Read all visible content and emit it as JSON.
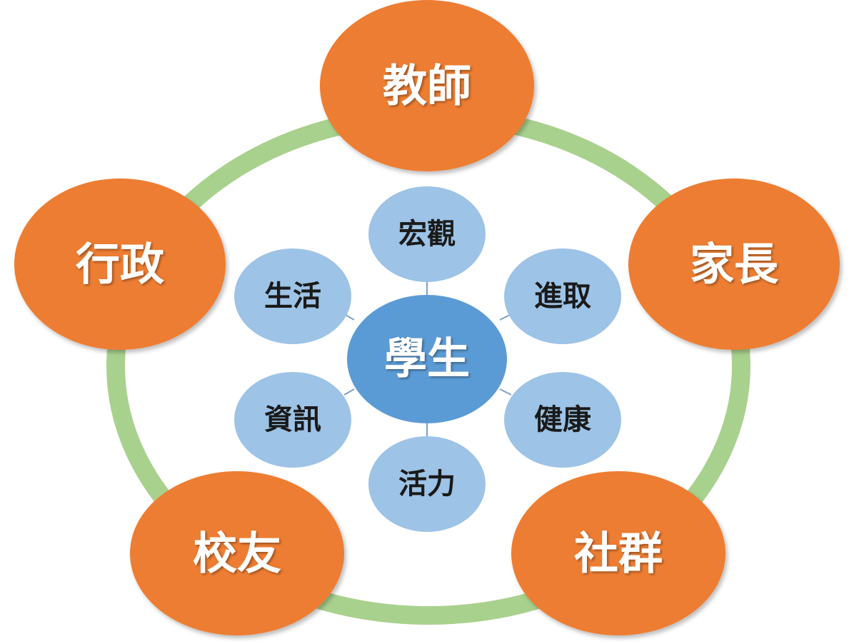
{
  "colors": {
    "ring": "#A9D18E",
    "outer_node": "#ED7D31",
    "inner_node": "#9DC3E6",
    "center_node": "#5B9BD5",
    "connector": "#7F9FC4"
  },
  "center": {
    "label": "學生"
  },
  "outer_nodes": [
    {
      "label": "教師"
    },
    {
      "label": "家長"
    },
    {
      "label": "社群"
    },
    {
      "label": "校友"
    },
    {
      "label": "行政"
    }
  ],
  "inner_nodes": [
    {
      "label": "宏觀"
    },
    {
      "label": "進取"
    },
    {
      "label": "健康"
    },
    {
      "label": "活力"
    },
    {
      "label": "資訊"
    },
    {
      "label": "生活"
    }
  ]
}
